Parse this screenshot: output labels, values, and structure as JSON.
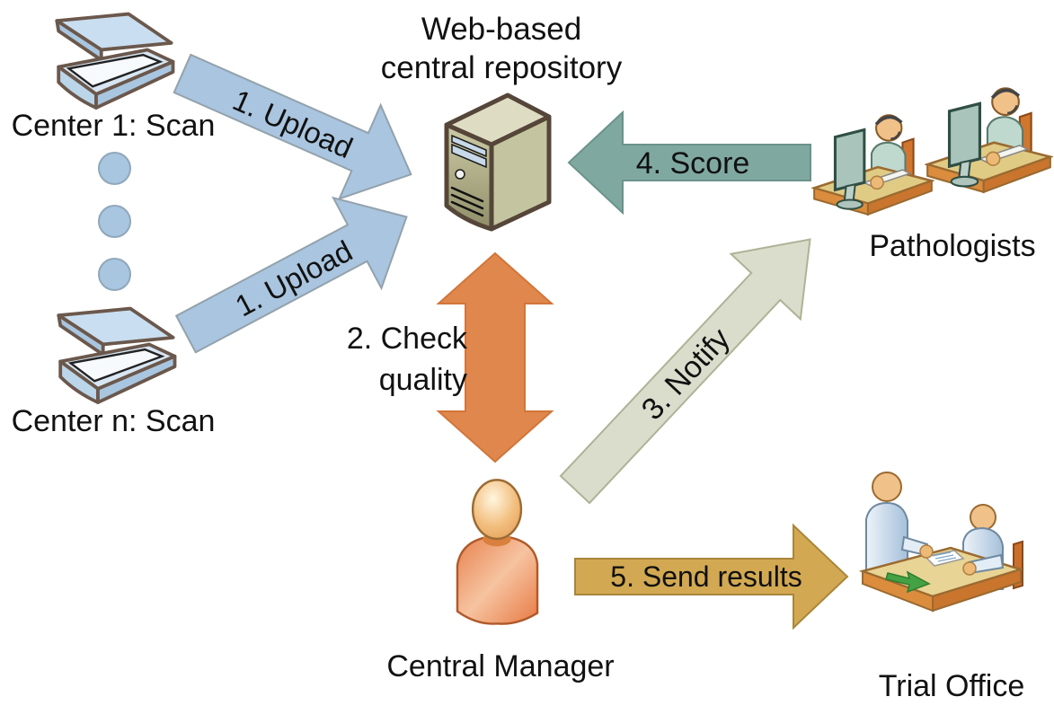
{
  "nodes": {
    "repository_line1": "Web-based",
    "repository_line2": "central repository",
    "center1": "Center 1: Scan",
    "center_n": "Center n: Scan",
    "pathologists": "Pathologists",
    "central_manager": "Central Manager",
    "trial_office": "Trial Office"
  },
  "arrows": {
    "upload_top": {
      "label": "1. Upload",
      "fill": "#A9C5DF",
      "stroke": "#93A2AC"
    },
    "upload_bottom": {
      "label": "1. Upload",
      "fill": "#A9C5DF",
      "stroke": "#93A2AC"
    },
    "check_quality": {
      "label_line1": "2. Check",
      "label_line2": "quality",
      "fill": "#E0874D",
      "stroke": "#D1763A"
    },
    "notify": {
      "label": "3. Notify",
      "fill": "#DBDDCC",
      "stroke": "#AFB295"
    },
    "score": {
      "label": "4. Score",
      "fill": "#7FA8A1",
      "stroke": "#6A938B"
    },
    "send_results": {
      "label": "5. Send results",
      "fill": "#D2A952",
      "stroke": "#A8863B"
    }
  },
  "icons": {
    "scanner": "flatbed-scanner",
    "repository": "server-tower",
    "pathologist": "operator-at-workstation",
    "central_manager": "person-bust",
    "trial_office": "handover-at-desk",
    "ellipsis": "vertical-dots"
  }
}
